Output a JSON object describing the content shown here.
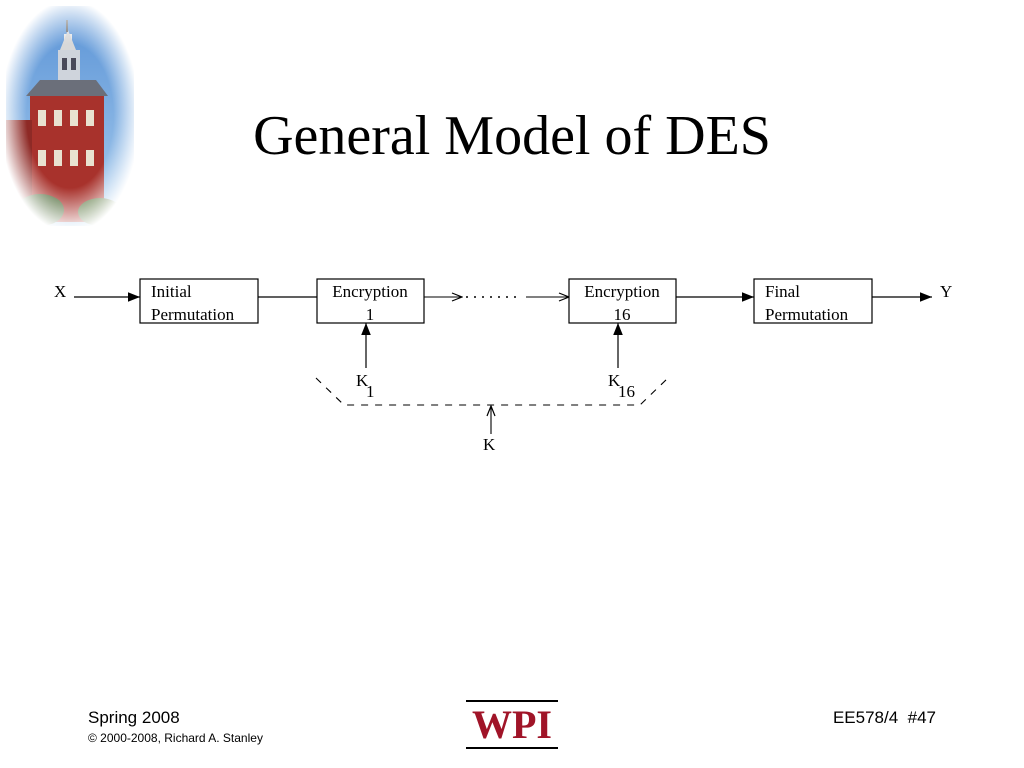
{
  "slide": {
    "title": "General Model of DES"
  },
  "diagram": {
    "input_label": "X",
    "output_label": "Y",
    "key_label": "K",
    "boxes": {
      "initial_permutation": {
        "line1": "Initial",
        "line2": "Permutation"
      },
      "encryption_1": {
        "line1": "Encryption",
        "line2": "1"
      },
      "encryption_16": {
        "line1": "Encryption",
        "line2": "16"
      },
      "final_permutation": {
        "line1": "Final",
        "line2": "Permutation"
      }
    },
    "subkeys": {
      "k1": {
        "letter": "K",
        "subscript": "1"
      },
      "k16": {
        "letter": "K",
        "subscript": "16"
      }
    }
  },
  "footer": {
    "term": "Spring 2008",
    "copyright": "© 2000-2008, Richard A. Stanley",
    "course_slide": "EE578/4  #47",
    "logo_text": "WPI"
  },
  "colors": {
    "logo_red": "#a01428",
    "sky_blue": "#7fb4e8",
    "building_red": "#a8322c"
  }
}
